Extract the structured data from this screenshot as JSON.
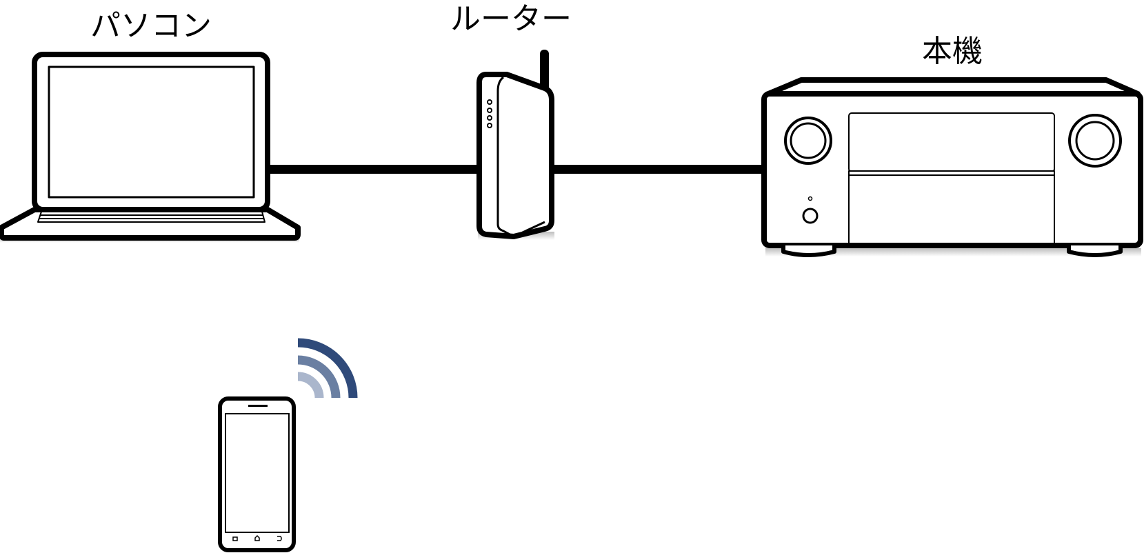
{
  "labels": {
    "pc": "パソコン",
    "router": "ルーター",
    "unit": "本機"
  },
  "colors": {
    "line": "#000000",
    "wifi": "#2f4a7a",
    "shadow": "#d0d0d0"
  },
  "icons": [
    "laptop-icon",
    "router-icon",
    "av-receiver-icon",
    "smartphone-icon",
    "wifi-signal-icon"
  ]
}
